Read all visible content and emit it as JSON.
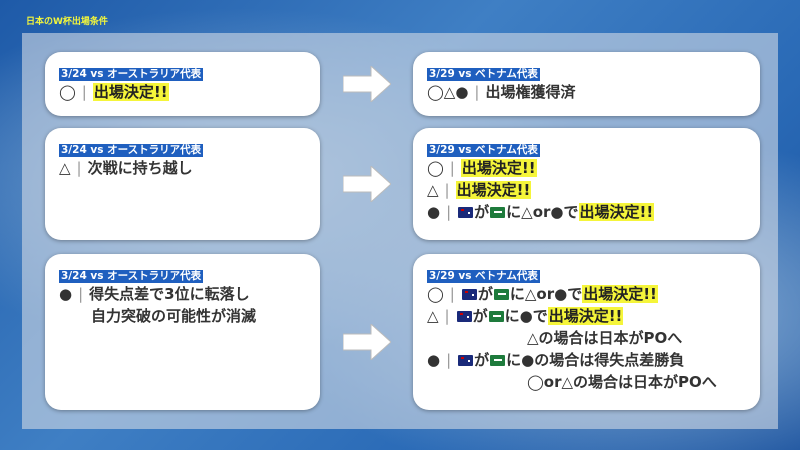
{
  "title": "日本のW杯出場条件",
  "rows": [
    {
      "left": {
        "header": "3/24 vs オーストラリア代表",
        "lines": [
          [
            {
              "t": "text",
              "v": "◯"
            },
            {
              "t": "sep",
              "v": "|"
            },
            {
              "t": "hl",
              "v": "出場決定!!"
            }
          ]
        ]
      },
      "right": {
        "header": "3/29 vs ベトナム代表",
        "lines": [
          [
            {
              "t": "text",
              "v": "◯△●"
            },
            {
              "t": "sep",
              "v": "|"
            },
            {
              "t": "text",
              "v": "出場権獲得済"
            }
          ]
        ]
      }
    },
    {
      "left": {
        "header": "3/24 vs オーストラリア代表",
        "lines": [
          [
            {
              "t": "text",
              "v": "△"
            },
            {
              "t": "sep",
              "v": "|"
            },
            {
              "t": "text",
              "v": "次戦に持ち越し"
            }
          ]
        ]
      },
      "right": {
        "header": "3/29 vs ベトナム代表",
        "lines": [
          [
            {
              "t": "text",
              "v": "◯"
            },
            {
              "t": "sep",
              "v": "|"
            },
            {
              "t": "hl",
              "v": "出場決定!!"
            }
          ],
          [
            {
              "t": "text",
              "v": "△"
            },
            {
              "t": "sep",
              "v": "|"
            },
            {
              "t": "hl",
              "v": "出場決定!!"
            }
          ],
          [
            {
              "t": "text",
              "v": "●"
            },
            {
              "t": "sep",
              "v": "|"
            },
            {
              "t": "flag",
              "v": "au"
            },
            {
              "t": "text",
              "v": "が"
            },
            {
              "t": "flag",
              "v": "sa"
            },
            {
              "t": "text",
              "v": "に△or●で"
            },
            {
              "t": "hl",
              "v": "出場決定!!"
            }
          ]
        ]
      }
    },
    {
      "left": {
        "header": "3/24 vs オーストラリア代表",
        "lines": [
          [
            {
              "t": "text",
              "v": "●"
            },
            {
              "t": "sep",
              "v": "|"
            },
            {
              "t": "text",
              "v": "得失点差で3位に転落し"
            }
          ],
          [
            {
              "t": "indent",
              "v": "自力突破の可能性が消滅"
            }
          ]
        ]
      },
      "right": {
        "header": "3/29 vs ベトナム代表",
        "lines": [
          [
            {
              "t": "text",
              "v": "◯"
            },
            {
              "t": "sep",
              "v": "|"
            },
            {
              "t": "flag",
              "v": "au"
            },
            {
              "t": "text",
              "v": "が"
            },
            {
              "t": "flag",
              "v": "sa"
            },
            {
              "t": "text",
              "v": "に△or●で"
            },
            {
              "t": "hl",
              "v": "出場決定!!"
            }
          ],
          [
            {
              "t": "text",
              "v": "△"
            },
            {
              "t": "sep",
              "v": "|"
            },
            {
              "t": "flag",
              "v": "au"
            },
            {
              "t": "text",
              "v": "が"
            },
            {
              "t": "flag",
              "v": "sa"
            },
            {
              "t": "text",
              "v": "に●で"
            },
            {
              "t": "hl",
              "v": "出場決定!!"
            }
          ],
          [
            {
              "t": "indent2",
              "v": "△の場合は日本がPOへ"
            }
          ],
          [
            {
              "t": "text",
              "v": "●"
            },
            {
              "t": "sep",
              "v": "|"
            },
            {
              "t": "flag",
              "v": "au"
            },
            {
              "t": "text",
              "v": "が"
            },
            {
              "t": "flag",
              "v": "sa"
            },
            {
              "t": "text",
              "v": "に●の場合は得失点差勝負"
            }
          ],
          [
            {
              "t": "indent2",
              "v": "◯or△の場合は日本がPOへ"
            }
          ]
        ]
      }
    }
  ]
}
